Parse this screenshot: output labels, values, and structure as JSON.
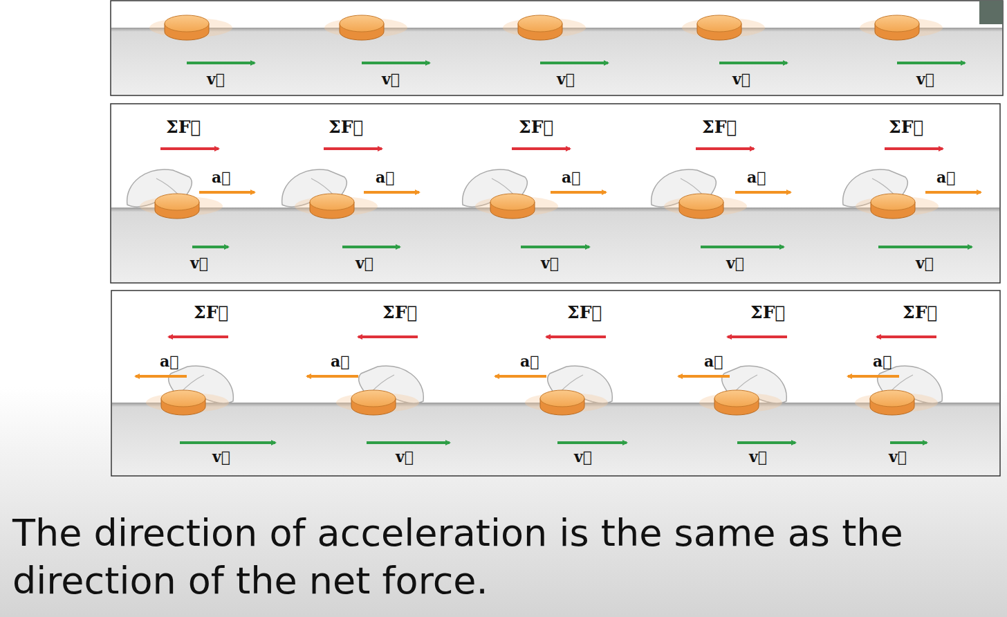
{
  "diagram": {
    "caption": "The direction of acceleration is the same as the direction of the net force.",
    "labels": [
      "v⃗",
      "v⃗",
      "v⃗",
      "v⃗",
      "v⃗",
      "ΣF⃗",
      "ΣF⃗",
      "ΣF⃗",
      "ΣF⃗",
      "ΣF⃗",
      "a⃗",
      "a⃗",
      "a⃗",
      "a⃗",
      "a⃗",
      "v⃗",
      "v⃗",
      "v⃗",
      "v⃗",
      "v⃗",
      "ΣF⃗",
      "ΣF⃗",
      "ΣF⃗",
      "ΣF⃗",
      "ΣF⃗",
      "a⃗",
      "a⃗",
      "a⃗",
      "a⃗",
      "a⃗",
      "v⃗",
      "v⃗",
      "v⃗",
      "v⃗",
      "v⃗"
    ]
  }
}
